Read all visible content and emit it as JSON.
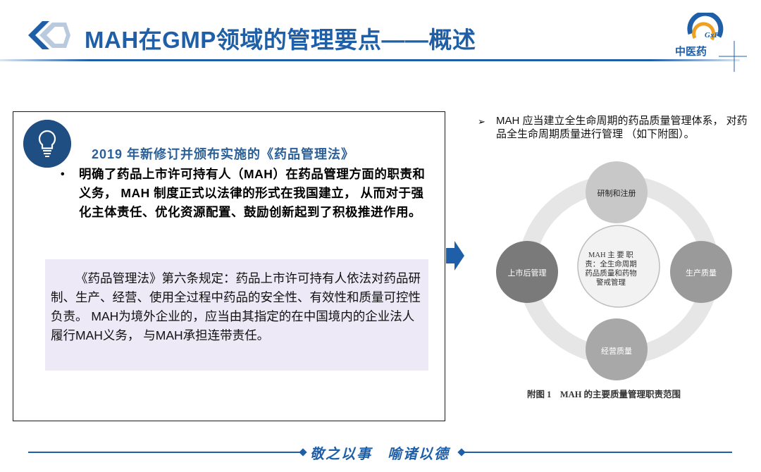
{
  "header": {
    "title": "MAH在GMP领域的管理要点——概述",
    "logo_text": "中医药",
    "logo_sub": "GxP"
  },
  "left_panel": {
    "subhead": "2019 年新修订并颁布实施的《药品管理法》",
    "bullet_marker": "•",
    "bullet_text": "明确了药品上市许可持有人（MAH）在药品管理方面的职责和义务， MAH 制度正式以法律的形式在我国建立， 从而对于强化主体责任、优化资源配置、鼓励创新起到了积极推进作用。",
    "quote": "《药品管理法》第六条规定：药品上市许可持有人依法对药品研制、生产、经营、使用全过程中药品的安全性、有效性和质量可控性负责。 MAH为境外企业的，应当由其指定的在中国境内的企业法人履行MAH义务， 与MAH承担连带责任。"
  },
  "right_panel": {
    "marker": "➢",
    "note": "MAH 应当建立全生命周期的药品质量管理体系， 对药品全生命周期质量进行管理 （如下附图）。",
    "figure": {
      "nodes": {
        "top": "研制和注册",
        "right": "生产质量",
        "bottom": "经营质量",
        "left": "上市后管理"
      },
      "center": "MAH 主 要 职 责：全生命周期药品质量和药物警戒管理",
      "caption": "附图 1　MAH 的主要质量管理职责范围"
    }
  },
  "footer": {
    "motto": "敬之以事　喻诸以德"
  },
  "colors": {
    "brand_blue": "#1f5fa8",
    "dark_blue": "#1f4e82",
    "quote_bg": "#ede9f6"
  }
}
